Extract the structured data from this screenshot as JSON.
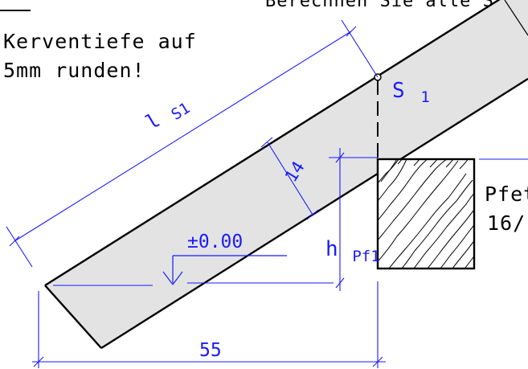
{
  "header_text": "Berechnen Sie alle S",
  "note": {
    "line1": "Kerventiefe auf",
    "line2": "5mm runden!"
  },
  "labels": {
    "ls1_main": "l",
    "ls1_sub": "S1",
    "s1_main": "S",
    "s1_sub": "1",
    "thickness": "14",
    "level": "±0.00",
    "h_main": "h",
    "h_sub": "Pf1",
    "purlin_line1": "Pfet",
    "purlin_line2": "16/",
    "bottom_dim": "55"
  },
  "colors": {
    "rafter_fill": "#e3e3e3",
    "line": "#000000",
    "dimension": "#1a1aff"
  }
}
